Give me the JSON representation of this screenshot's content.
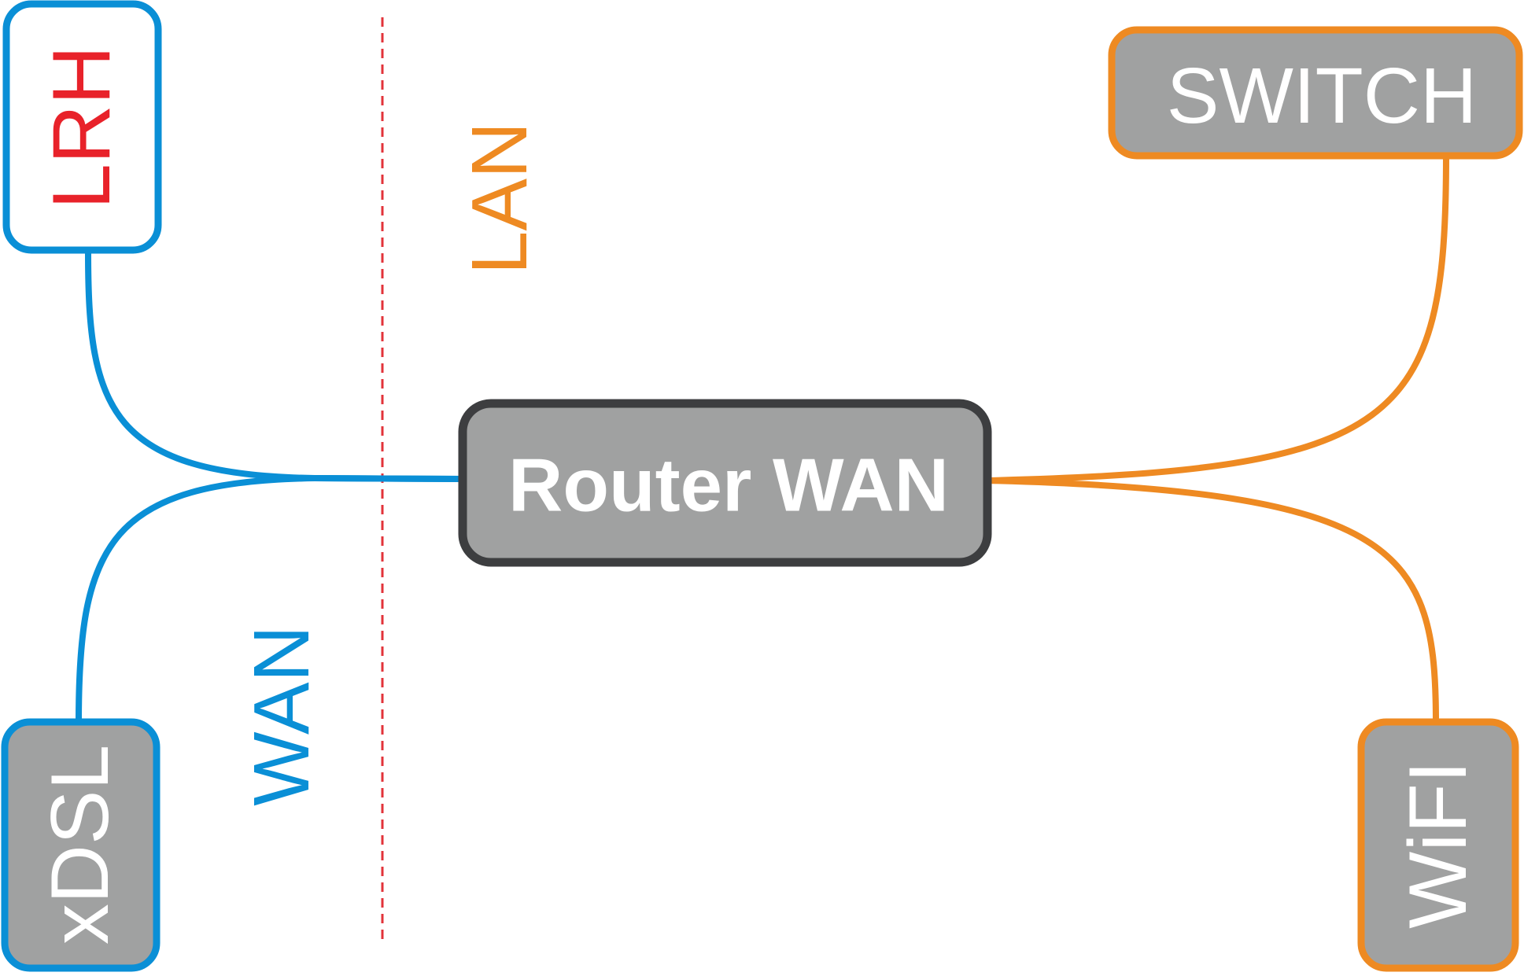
{
  "colors": {
    "wan": "#0a8fd6",
    "lan": "#ee8a22",
    "router_border": "#3d3e40",
    "box_fill": "#a0a1a1",
    "divider": "#e2333a",
    "lrh_text": "#e8222a",
    "light_text": "#ffffff",
    "background": "#ffffff"
  },
  "nodes": {
    "router": {
      "label": "Router WAN"
    },
    "lrh": {
      "label": "LRH"
    },
    "xdsl": {
      "label": "xDSL"
    },
    "switch": {
      "label": "SWITCH"
    },
    "wifi": {
      "label": "WiFI"
    }
  },
  "zones": {
    "wan": {
      "label": "WAN"
    },
    "lan": {
      "label": "LAN"
    }
  }
}
